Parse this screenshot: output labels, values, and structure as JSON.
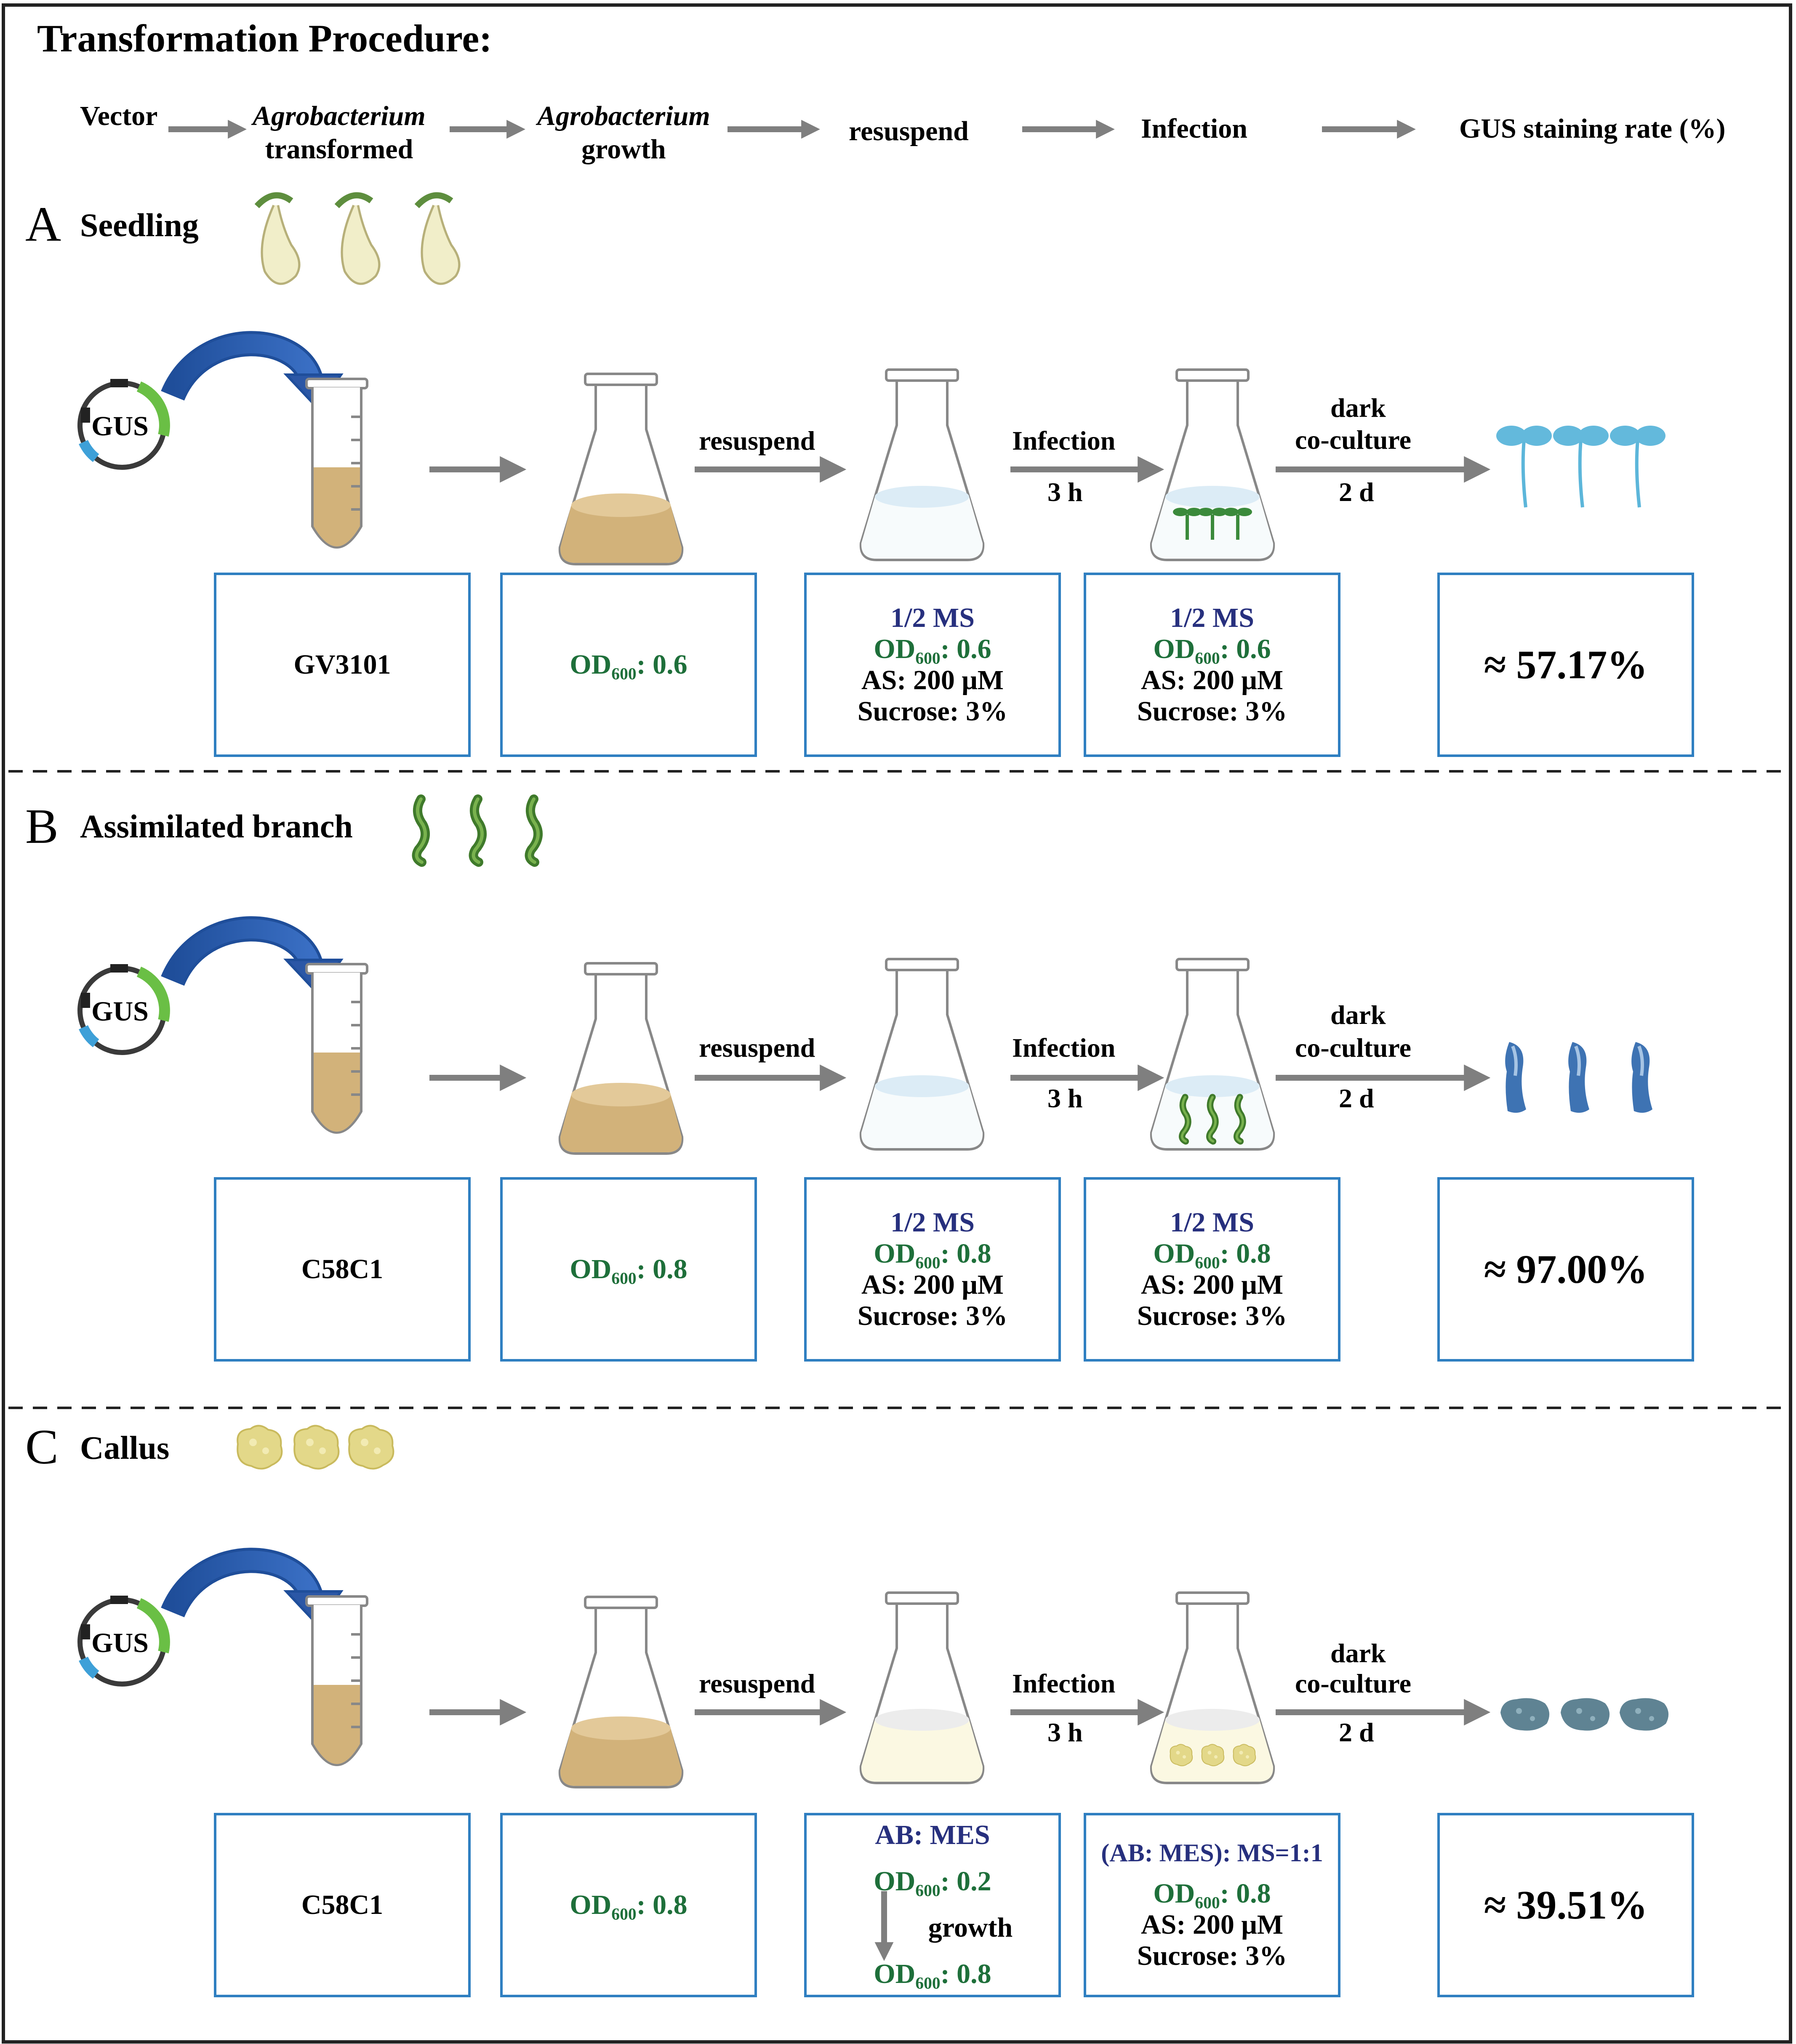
{
  "title": "Transformation  Procedure:",
  "workflow": {
    "steps": [
      {
        "line1": "Vector",
        "line2": ""
      },
      {
        "line1": "Agrobacterium",
        "line2": "transformed"
      },
      {
        "line1": "Agrobacterium",
        "line2": "growth"
      },
      {
        "line1": "resuspend",
        "line2": ""
      },
      {
        "line1": "Infection",
        "line2": ""
      },
      {
        "line1": "GUS staining rate (%)",
        "line2": ""
      }
    ]
  },
  "labels": {
    "plasmid": "GUS",
    "resuspend": "resuspend",
    "infection": "Infection",
    "infection_time": "3 h",
    "dark_line1": "dark",
    "dark_line2": "co-culture",
    "coculture_time": "2 d"
  },
  "panels": [
    {
      "letter": "A",
      "name": "Seedling",
      "strain": "GV3101",
      "growth_od": "OD₆₀₀: 0.6",
      "resuspend_box": {
        "line1": "1/2 MS",
        "line2": "OD₆₀₀: 0.6",
        "line3": "AS: 200 μM",
        "line4": "Sucrose: 3%"
      },
      "infection_box": {
        "line1": "1/2 MS",
        "line2": "OD₆₀₀: 0.6",
        "line3": "AS: 200 μM",
        "line4": "Sucrose: 3%"
      },
      "rate": "≈ 57.17%"
    },
    {
      "letter": "B",
      "name": "Assimilated branch",
      "strain": "C58C1",
      "growth_od": "OD₆₀₀: 0.8",
      "resuspend_box": {
        "line1": "1/2 MS",
        "line2": "OD₆₀₀: 0.8",
        "line3": "AS: 200 μM",
        "line4": "Sucrose: 3%"
      },
      "infection_box": {
        "line1": "1/2 MS",
        "line2": "OD₆₀₀: 0.8",
        "line3": "AS: 200 μM",
        "line4": "Sucrose: 3%"
      },
      "rate": "≈ 97.00%"
    },
    {
      "letter": "C",
      "name": "Callus",
      "strain": "C58C1",
      "growth_od": "OD₆₀₀: 0.8",
      "resuspend_box": {
        "line1": "AB: MES",
        "line2": "OD₆₀₀: 0.2",
        "growth": "growth",
        "line3": "OD₆₀₀: 0.8"
      },
      "infection_box": {
        "line1": "(AB: MES): MS=1:1",
        "line2": "OD₆₀₀: 0.8",
        "line3": "AS: 200 μM",
        "line4": "Sucrose: 3%"
      },
      "rate": "≈ 39.51%"
    }
  ],
  "colors": {
    "border": "#2f7fc1",
    "arrow": "#7f7f7f",
    "navy_text": "#27307e",
    "green_text": "#1e6f3a",
    "culture": "#d2b27a",
    "curved_arrow": "#2b57a6"
  }
}
